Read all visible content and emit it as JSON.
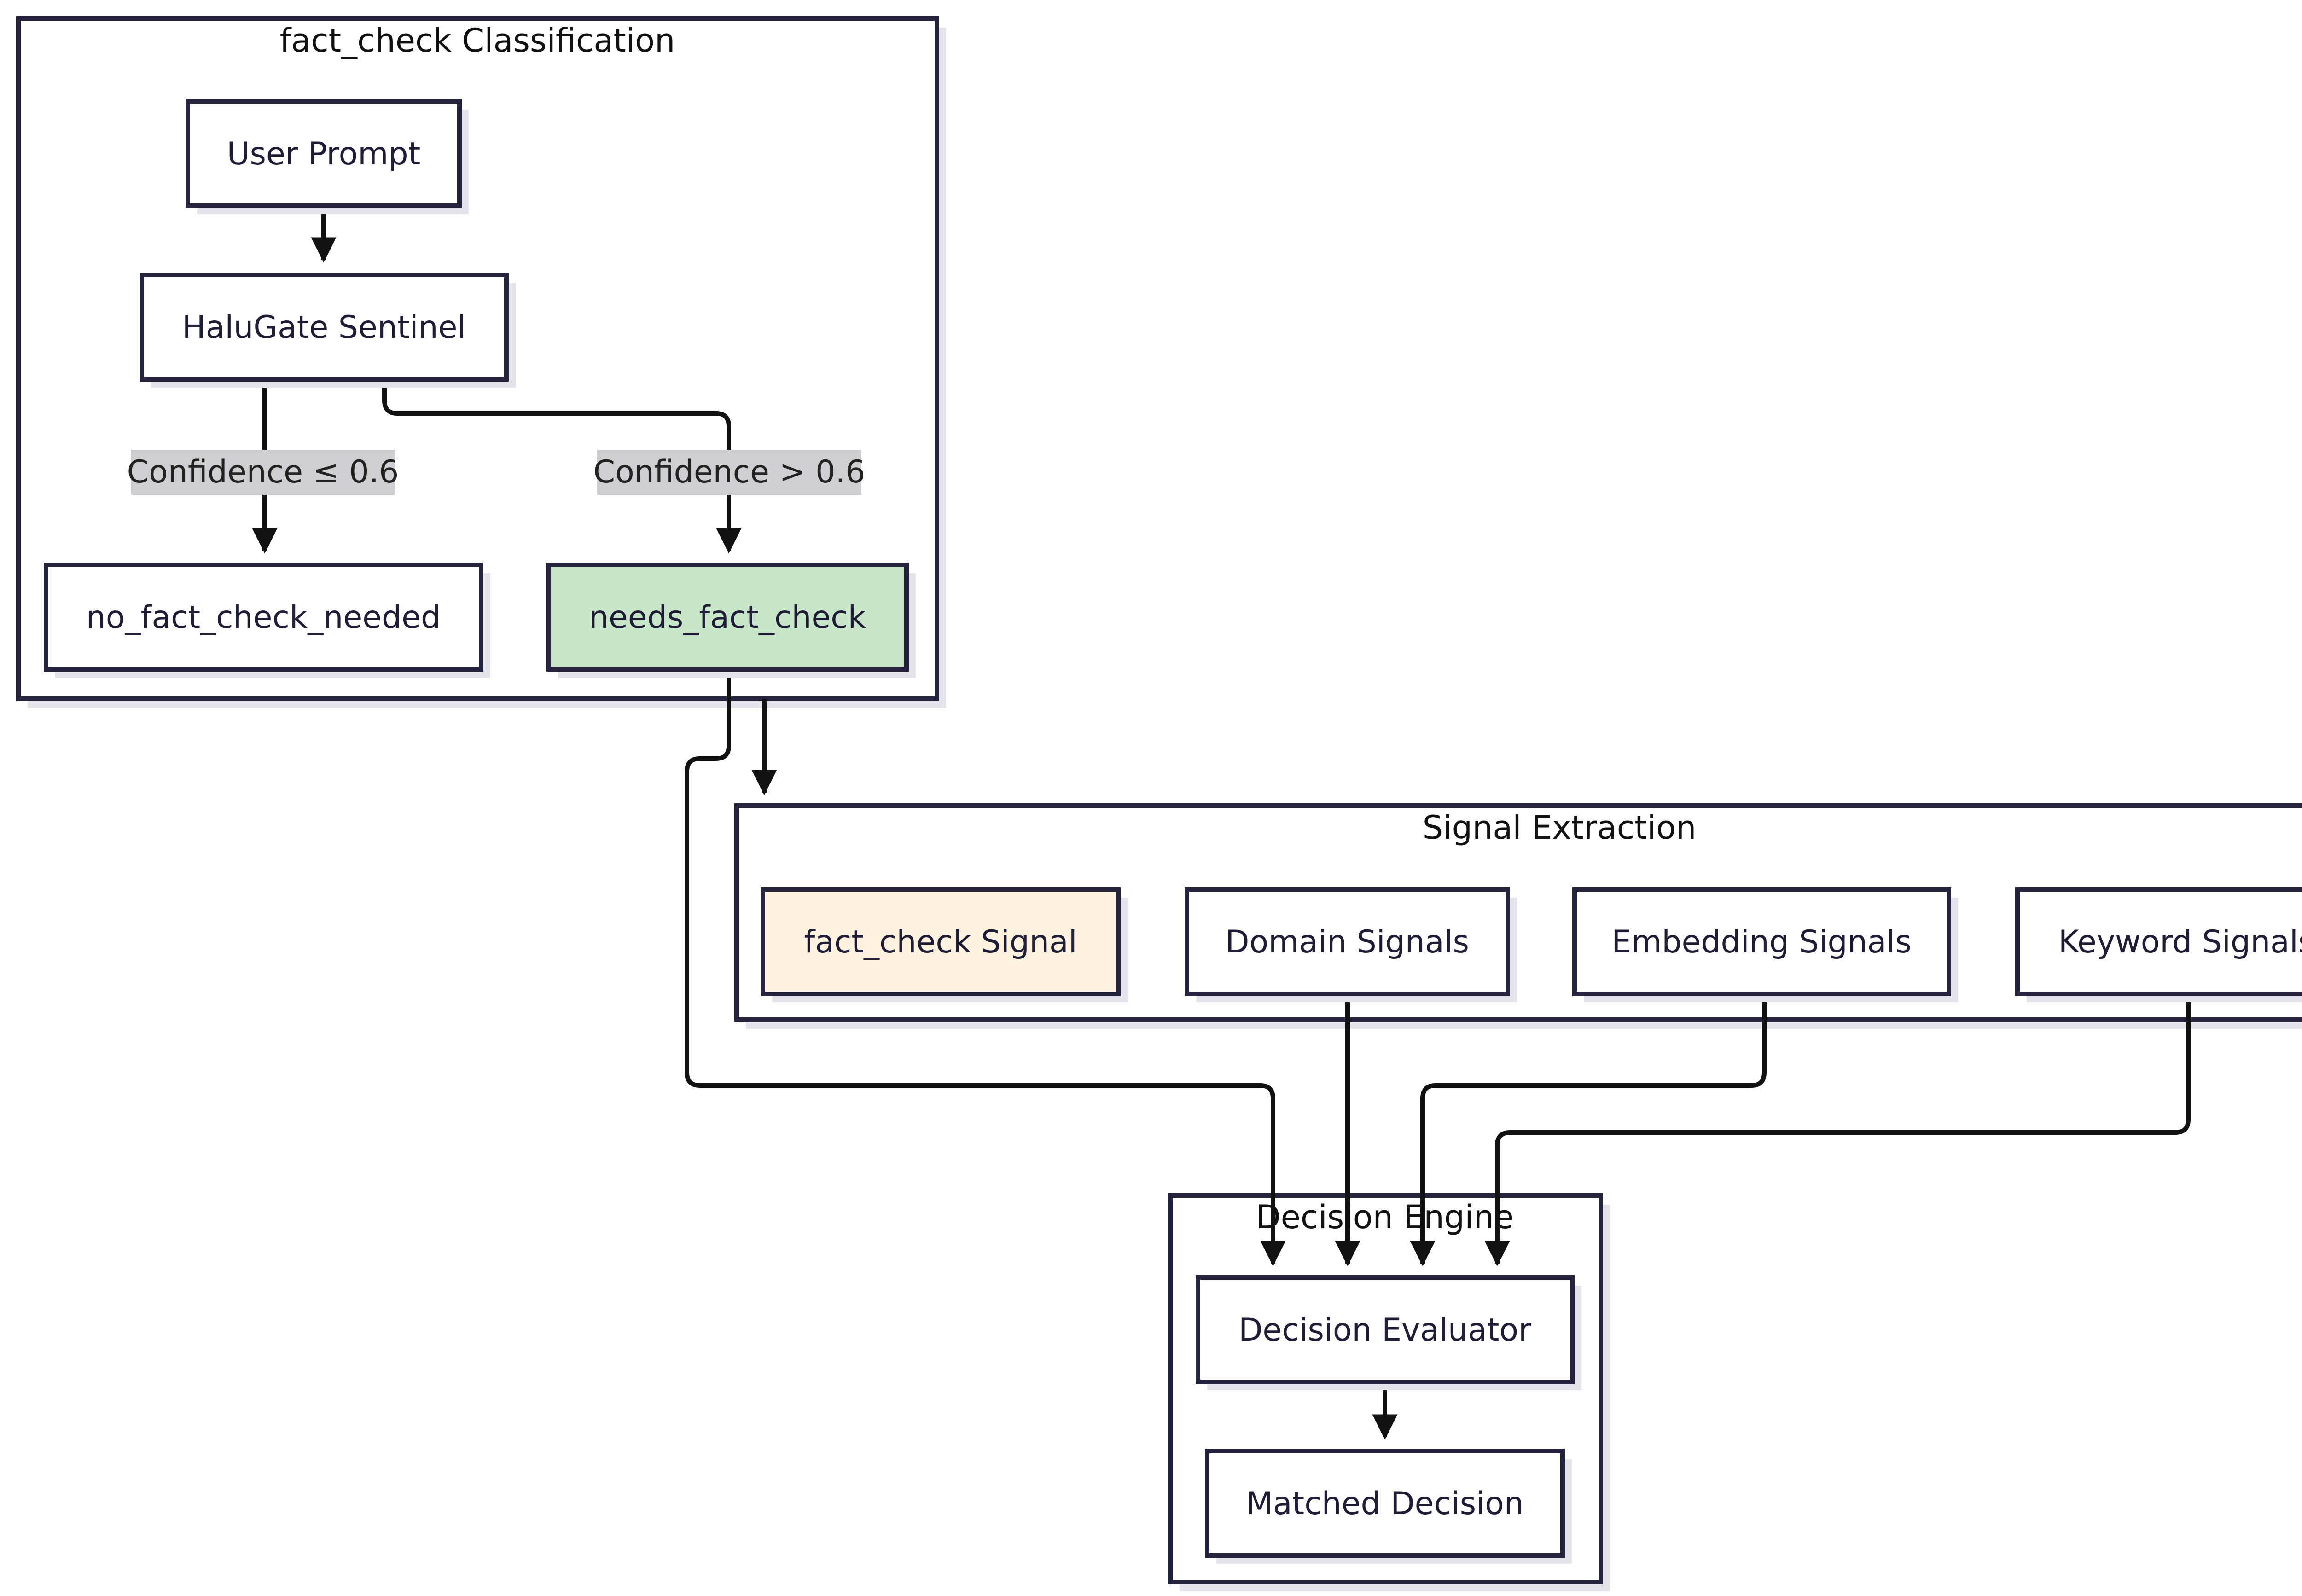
{
  "colors": {
    "needs_fact_check_fill": "#c8e6c9",
    "fact_check_signal_fill": "#fff3e0",
    "default_fill": "#ffffff",
    "border": "#25233d",
    "edge_label_bg": "#cfcfd1"
  },
  "groups": {
    "classification": "fact_check Classification",
    "signals": "Signal Extraction",
    "decision": "Decision Engine"
  },
  "nodes": {
    "user_prompt": "User Prompt",
    "halugate": "HaluGate Sentinel",
    "no_fact_check": "no_fact_check_needed",
    "needs_fact_check": "needs_fact_check",
    "fact_check_signal": "fact_check Signal",
    "domain_signals": "Domain Signals",
    "embedding_signals": "Embedding Signals",
    "keyword_signals": "Keyword Signals",
    "decision_evaluator": "Decision Evaluator",
    "matched_decision": "Matched Decision"
  },
  "edges": {
    "low_confidence": "Confidence ≤ 0.6",
    "high_confidence": "Confidence > 0.6"
  }
}
